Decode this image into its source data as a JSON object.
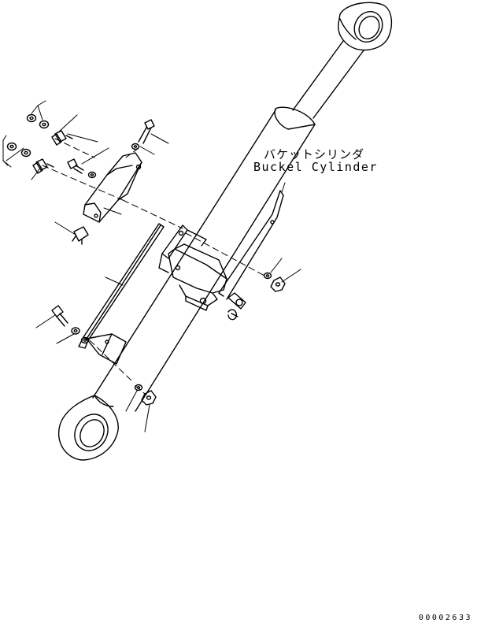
{
  "callout": {
    "japanese": "バケットシリンダ",
    "english": "Buckel Cylinder"
  },
  "drawing_id": "00002633"
}
